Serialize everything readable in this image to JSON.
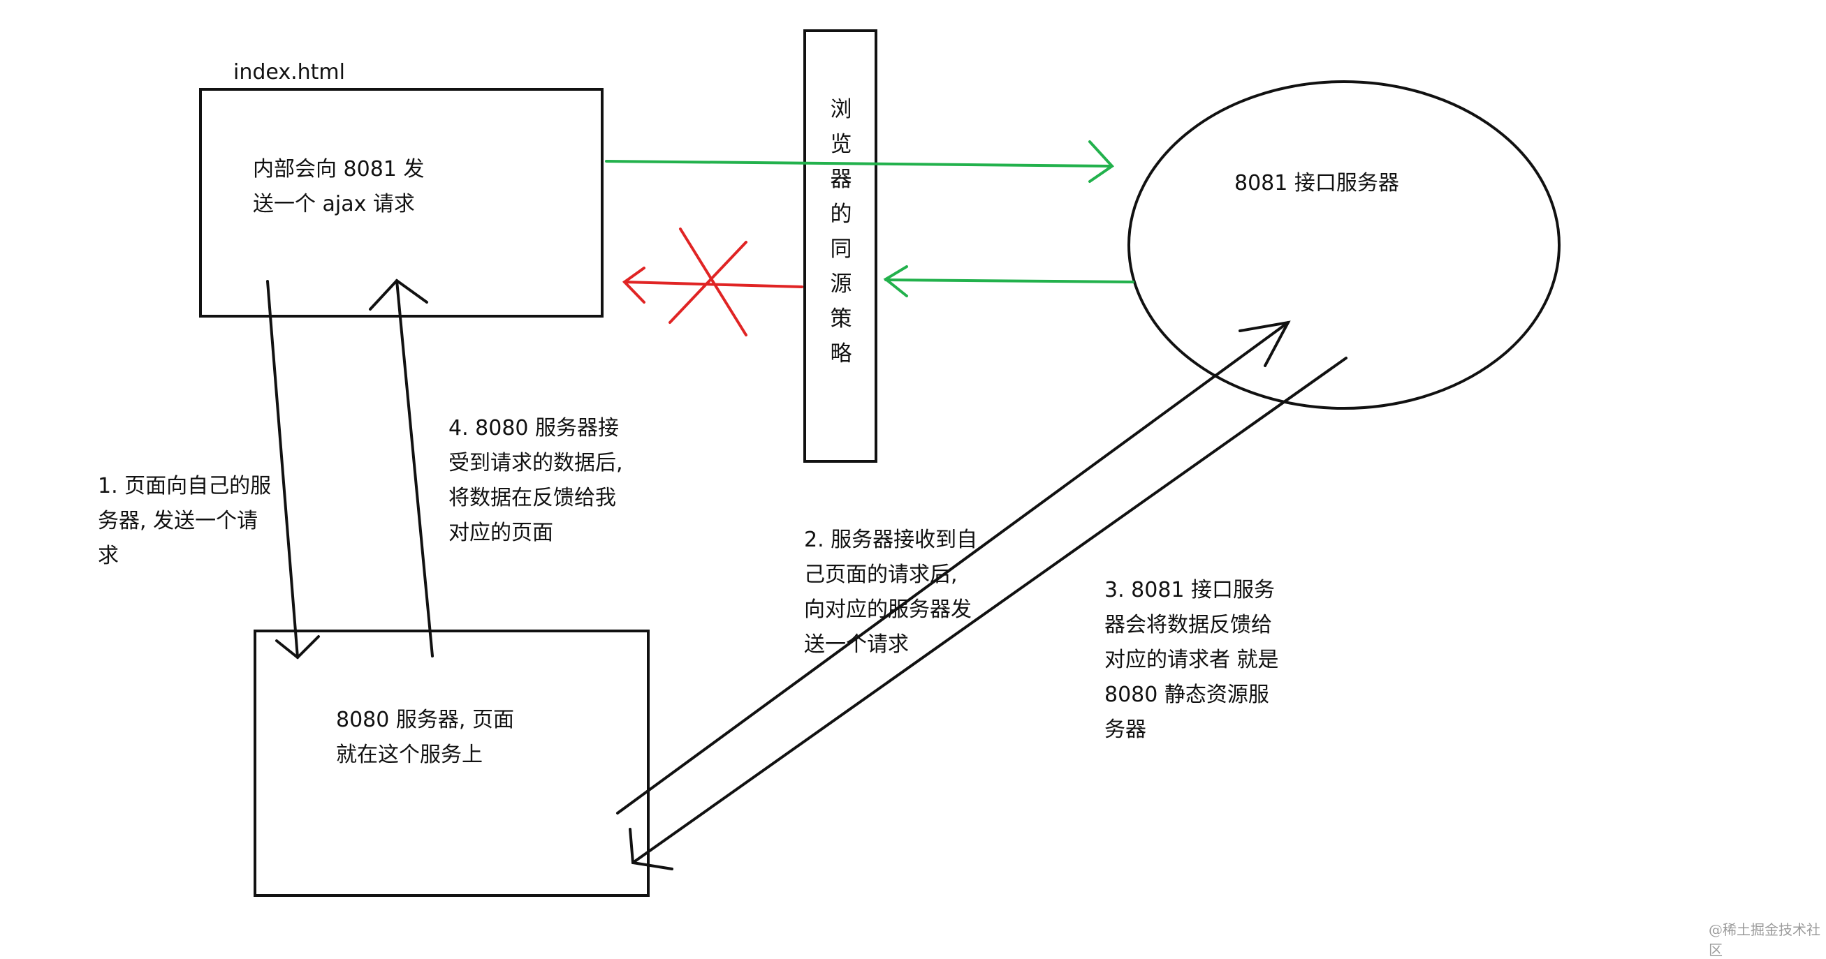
{
  "file_label": "index.html",
  "client_box": {
    "text": "内部会向 8081 发\n送一个 ajax 请求"
  },
  "policy_box": {
    "text": "浏\n览\n器\n的\n同\n源\n策\n略"
  },
  "api_server": {
    "text": "8081 接口服务器"
  },
  "static_server": {
    "text": "8080 服务器, 页面\n就在这个服务上"
  },
  "steps": {
    "step1": "1. 页面向自己的服\n务器, 发送一个请\n求",
    "step2": "2. 服务器接收到自\n己页面的请求后,\n向对应的服务器发\n送一个请求",
    "step3": "3. 8081 接口服务\n器会将数据反馈给\n对应的请求者 就是\n8080 静态资源服\n务器",
    "step4": "4. 8080 服务器接\n受到请求的数据后,\n将数据在反馈给我\n对应的页面"
  },
  "watermark": "@稀土掘金技术社区",
  "colors": {
    "black": "#111111",
    "green": "#22b14c",
    "red": "#e02424"
  }
}
